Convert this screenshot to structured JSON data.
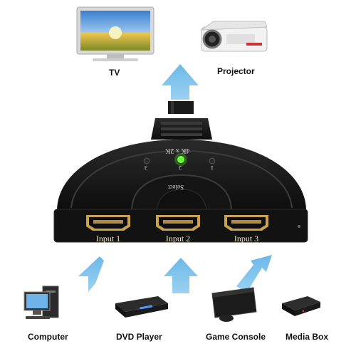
{
  "outputs": {
    "tv": "TV",
    "projector": "Projector"
  },
  "switch": {
    "resolution": "4K x 2K",
    "select": "Select",
    "led_numbers": [
      "3",
      "2",
      "1"
    ],
    "ports": [
      "Input 1",
      "Input 2",
      "Input 3"
    ]
  },
  "sources": [
    "Computer",
    "DVD Player",
    "Game Console",
    "Media Box"
  ],
  "colors": {
    "arrow": "#7cc0ea",
    "device": "#161616",
    "port_gold": "#c9a24a",
    "led": "#66ff33"
  }
}
